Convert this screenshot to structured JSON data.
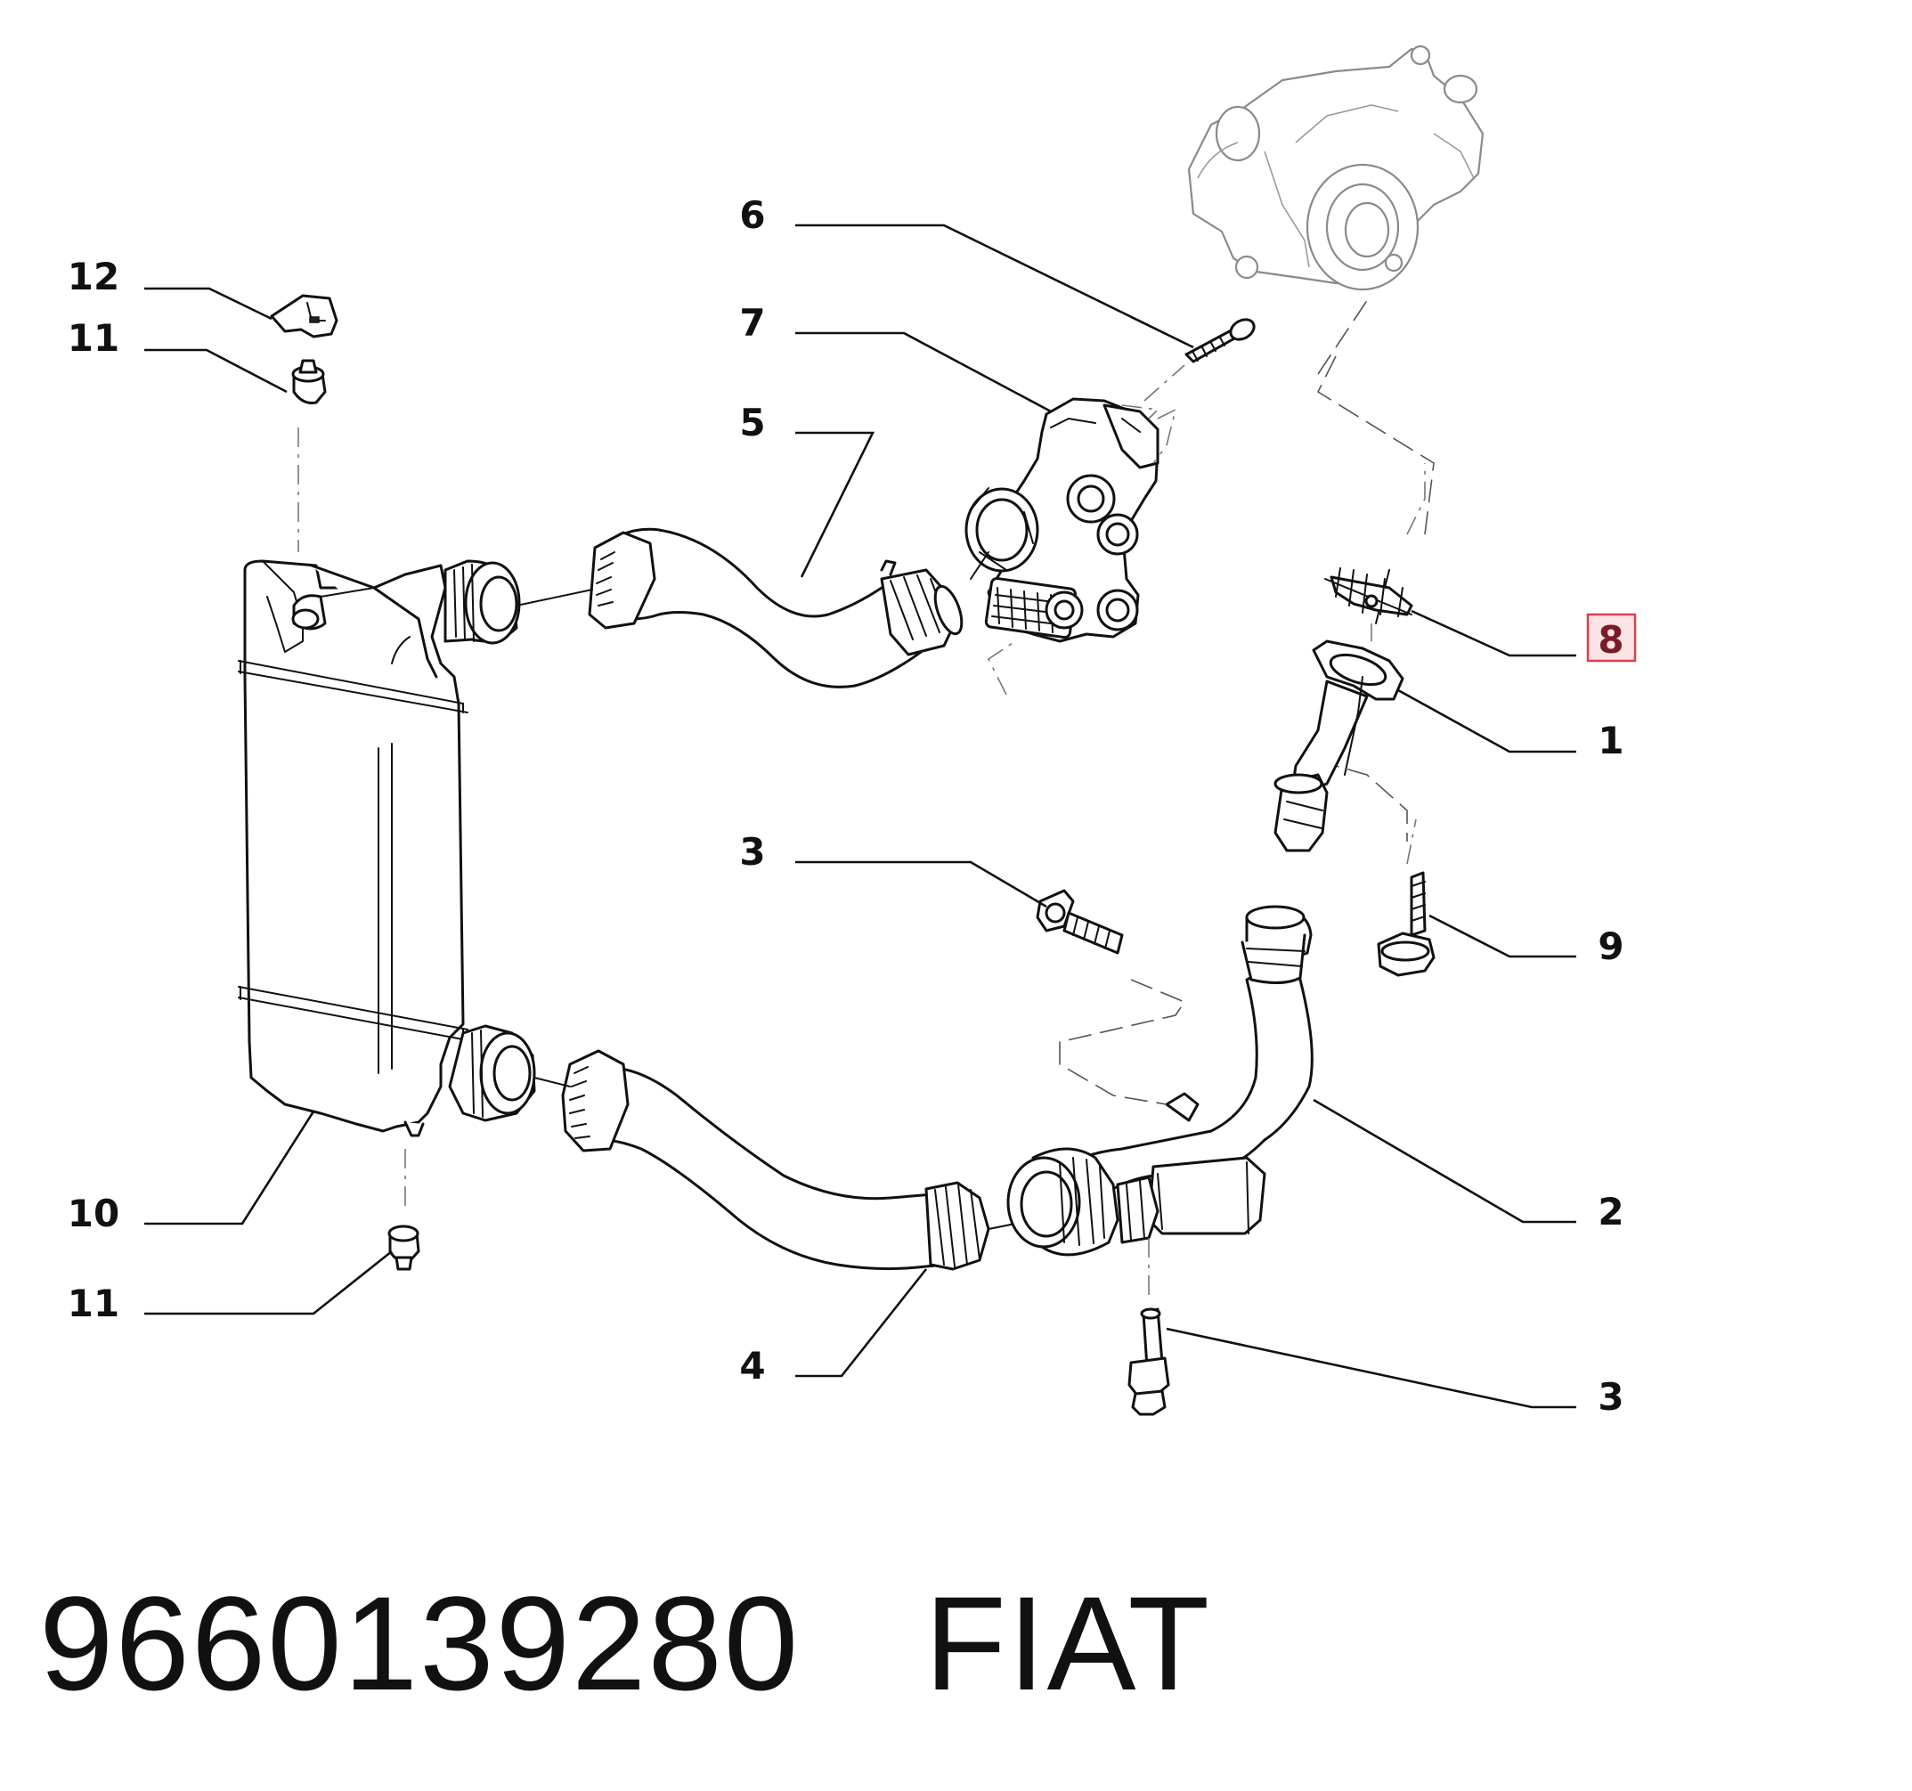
{
  "callouts": [
    {
      "id": "c6",
      "label": "6"
    },
    {
      "id": "c12",
      "label": "12"
    },
    {
      "id": "c11a",
      "label": "11"
    },
    {
      "id": "c7",
      "label": "7"
    },
    {
      "id": "c5",
      "label": "5"
    },
    {
      "id": "c8",
      "label": "8",
      "highlighted": true
    },
    {
      "id": "c1",
      "label": "1"
    },
    {
      "id": "c3a",
      "label": "3"
    },
    {
      "id": "c9",
      "label": "9"
    },
    {
      "id": "c2",
      "label": "2"
    },
    {
      "id": "c10",
      "label": "10"
    },
    {
      "id": "c11b",
      "label": "11"
    },
    {
      "id": "c4",
      "label": "4"
    },
    {
      "id": "c3b",
      "label": "3"
    }
  ],
  "caption": {
    "part_number": "9660139280",
    "brand": "FIAT"
  },
  "colors": {
    "highlight_fill": "#fbe3e6",
    "highlight_border": "#d9404f",
    "line": "#111111",
    "background": "#ffffff"
  }
}
